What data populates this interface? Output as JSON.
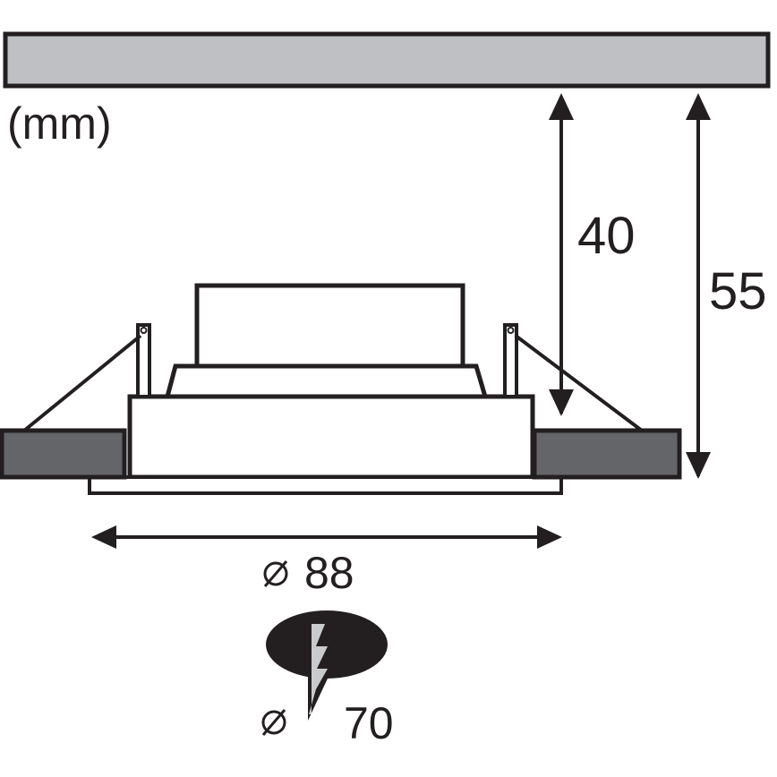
{
  "diagram": {
    "units_label": "(mm)",
    "colors": {
      "stroke": "#231f20",
      "ceiling_fill": "#bfc0c3",
      "ceiling_section_fill": "#646568",
      "cutout_gray": "#c9cacc",
      "background": "#ffffff"
    },
    "dimensions": {
      "recess_depth": {
        "value": "40",
        "unit": "mm",
        "description": "installation depth"
      },
      "total_height": {
        "value": "55",
        "unit": "mm",
        "description": "overall height"
      },
      "outer_diameter": {
        "symbol": "⌀",
        "value": "88",
        "unit": "mm"
      },
      "cutout_diameter": {
        "symbol": "⌀",
        "value": "70",
        "unit": "mm"
      }
    },
    "labels": {
      "recess_depth_text": "40",
      "total_height_text": "55",
      "outer_diameter_text": "88",
      "cutout_diameter_text": "70",
      "diameter_symbol": "⌀"
    },
    "icons": {
      "cutout_symbol": "ceiling-cutout-icon"
    }
  }
}
